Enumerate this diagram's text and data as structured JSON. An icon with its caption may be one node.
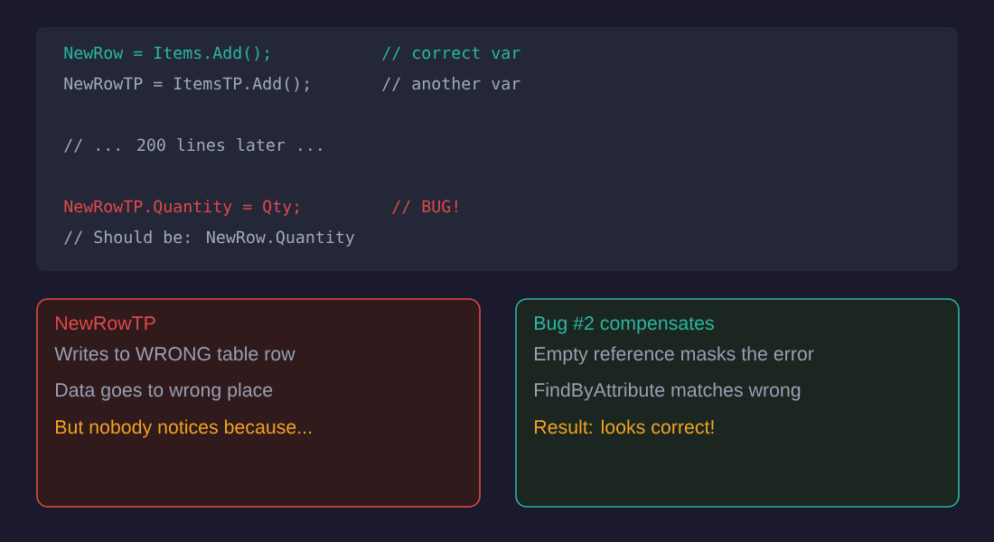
{
  "diagram": {
    "nodes": [
      {
        "text": [
          "NewRow = Items.Add();",
          "// correct var",
          "NewRowTP = ItemsTP.Add();",
          "// another var",
          "// ... 200 lines later ...",
          "NewRowTP.Quantity = Qty;",
          "// BUG!",
          "// Should be: NewRow.Quantity"
        ]
      },
      {
        "text": [
          "NewRowTP",
          "Writes to WRONG table row",
          "Data goes to wrong place",
          "But nobody notices because..."
        ]
      },
      {
        "text": [
          "Bug #2 compensates",
          "Empty reference masks the error",
          "FindByAttribute matches wrong",
          "Result: looks correct!"
        ]
      }
    ]
  }
}
